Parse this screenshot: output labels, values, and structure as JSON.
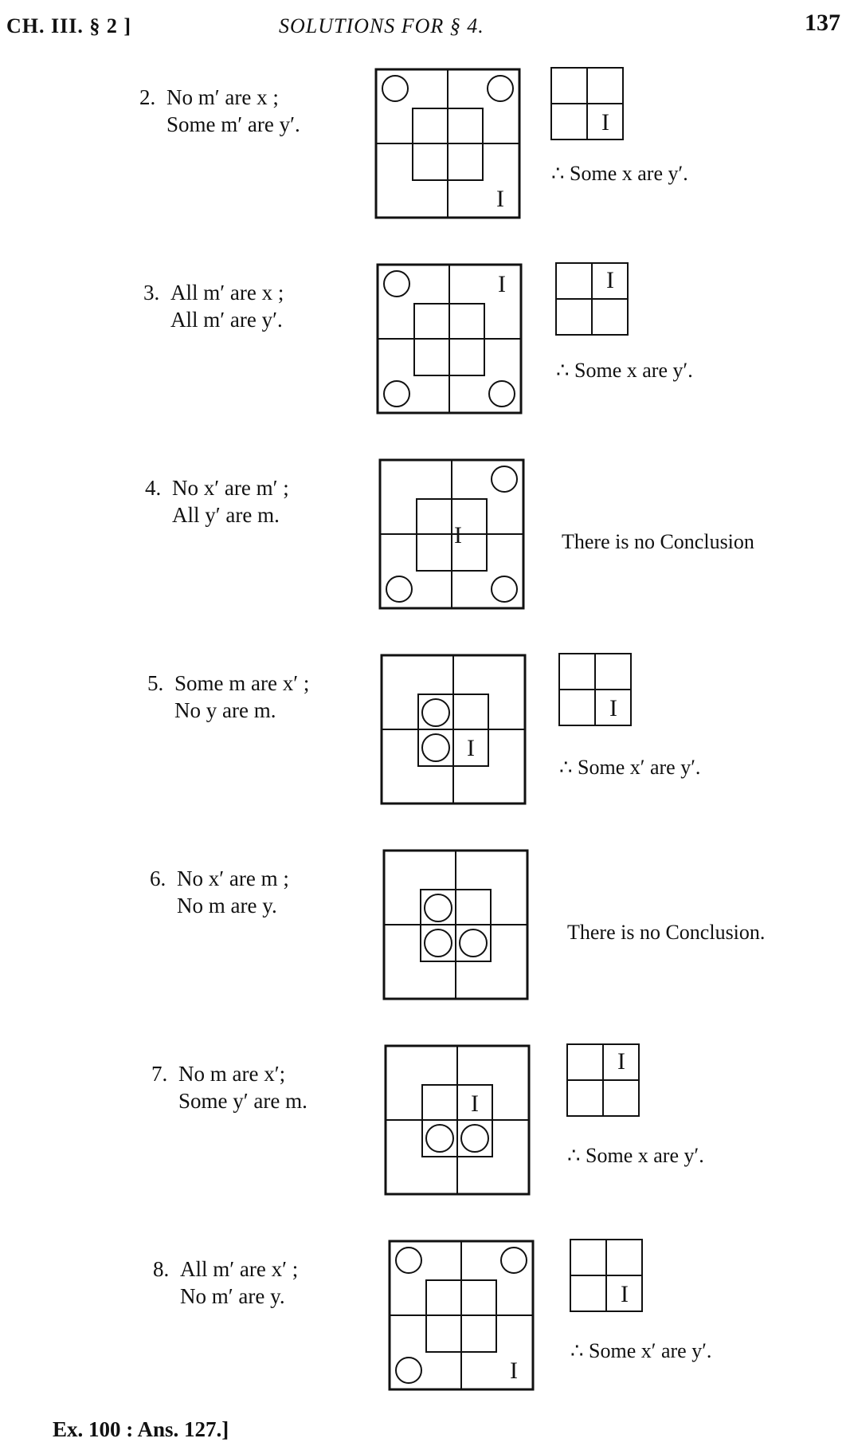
{
  "header": {
    "left": "CH. III. § 2 ]",
    "center": "SOLUTIONS FOR § 4.",
    "page_number": "137"
  },
  "problems": [
    {
      "number": "2.",
      "premise1": "No m′ are x ;",
      "premise2": "Some m′ are y′.",
      "big_marks": [
        {
          "cell": "tl-outer",
          "mark": "O"
        },
        {
          "cell": "tr-outer",
          "mark": "O"
        },
        {
          "cell": "br-outer",
          "mark": "I"
        }
      ],
      "small_marks": [
        {
          "cell": "br",
          "mark": "I"
        }
      ],
      "conclusion": "∴ Some x are y′."
    },
    {
      "number": "3.",
      "premise1": "All m′ are x ;",
      "premise2": "All m′ are y′.",
      "big_marks": [
        {
          "cell": "tl-outer",
          "mark": "O"
        },
        {
          "cell": "tr-outer",
          "mark": "I"
        },
        {
          "cell": "bl-outer",
          "mark": "O"
        },
        {
          "cell": "br-outer",
          "mark": "O"
        }
      ],
      "small_marks": [
        {
          "cell": "tr",
          "mark": "I"
        }
      ],
      "conclusion": "∴ Some x are y′."
    },
    {
      "number": "4.",
      "premise1": "No x′ are m′ ;",
      "premise2": "All y′ are m.",
      "big_marks": [
        {
          "cell": "tr-outer",
          "mark": "O"
        },
        {
          "cell": "center",
          "mark": "I"
        },
        {
          "cell": "bl-outer",
          "mark": "O"
        },
        {
          "cell": "br-outer",
          "mark": "O"
        }
      ],
      "small_marks": [],
      "conclusion": "There is no Conclusion"
    },
    {
      "number": "5.",
      "premise1": "Some m are x′ ;",
      "premise2": "No y are m.",
      "big_marks": [
        {
          "cell": "tl-inner",
          "mark": "O"
        },
        {
          "cell": "bl-inner",
          "mark": "O"
        },
        {
          "cell": "br-inner",
          "mark": "I"
        }
      ],
      "small_marks": [
        {
          "cell": "br",
          "mark": "I"
        }
      ],
      "conclusion": "∴ Some x′ are y′."
    },
    {
      "number": "6.",
      "premise1": "No x′ are m ;",
      "premise2": "No m are y.",
      "big_marks": [
        {
          "cell": "tl-inner",
          "mark": "O"
        },
        {
          "cell": "bl-inner",
          "mark": "O"
        },
        {
          "cell": "br-inner",
          "mark": "O"
        }
      ],
      "small_marks": [],
      "conclusion": "There is no Conclusion."
    },
    {
      "number": "7.",
      "premise1": "No m are x′;",
      "premise2": "Some y′ are m.",
      "big_marks": [
        {
          "cell": "tr-inner",
          "mark": "I"
        },
        {
          "cell": "bl-inner",
          "mark": "O"
        },
        {
          "cell": "br-inner",
          "mark": "O"
        }
      ],
      "small_marks": [
        {
          "cell": "tr",
          "mark": "I"
        }
      ],
      "conclusion": "∴ Some x are y′."
    },
    {
      "number": "8.",
      "premise1": "All m′ are x′ ;",
      "premise2": "No m′ are y.",
      "big_marks": [
        {
          "cell": "tl-outer",
          "mark": "O"
        },
        {
          "cell": "tr-outer",
          "mark": "O"
        },
        {
          "cell": "bl-outer",
          "mark": "O"
        },
        {
          "cell": "br-outer",
          "mark": "I"
        }
      ],
      "small_marks": [
        {
          "cell": "br",
          "mark": "I"
        }
      ],
      "conclusion": "∴ Some x′ are y′."
    }
  ],
  "footer": "Ex. 100 : Ans. 127.]"
}
